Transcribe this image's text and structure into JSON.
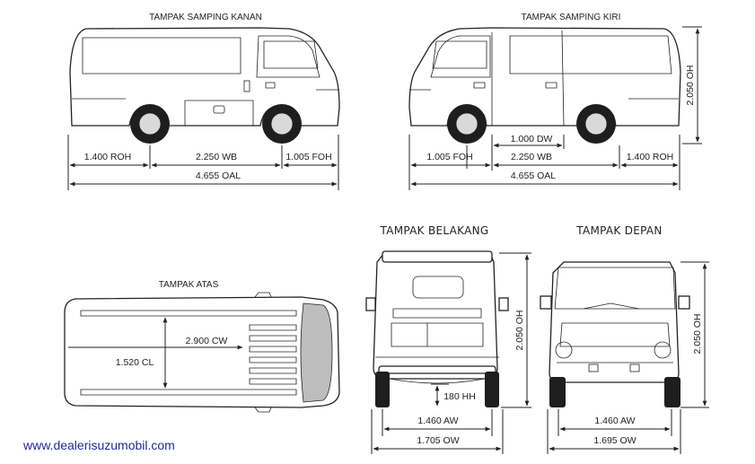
{
  "views": {
    "right_side": {
      "title": "TAMPAK SAMPING KANAN",
      "roh": "1.400 ROH",
      "wb": "2.250 WB",
      "foh": "1.005 FOH",
      "oal": "4.655 OAL"
    },
    "left_side": {
      "title": "TAMPAK SAMPING KIRI",
      "oh": "2.050 OH",
      "dw": "1.000 DW",
      "foh": "1.005 FOH",
      "wb": "2.250 WB",
      "roh": "1.400 ROH",
      "oal": "4.655 OAL"
    },
    "top": {
      "title": "TAMPAK ATAS",
      "cw": "2.900 CW",
      "cl": "1.520 CL"
    },
    "rear": {
      "title": "TAMPAK BELAKANG",
      "oh": "2.050 OH",
      "hh": "180 HH",
      "aw": "1.460 AW",
      "ow": "1.705 OW"
    },
    "front": {
      "title": "TAMPAK DEPAN",
      "oh": "2.050 OH",
      "aw": "1.460 AW",
      "ow": "1.695 OW"
    }
  },
  "watermark": "www.dealerisuzumobil.com",
  "colors": {
    "line": "#222222",
    "watermark": "#1f2a9c"
  },
  "icons": {
    "arrow": "arrow-head",
    "wheel": "wheel-icon"
  }
}
